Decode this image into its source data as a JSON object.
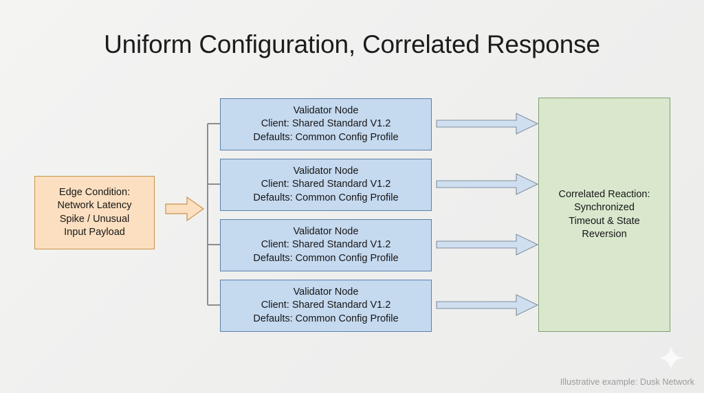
{
  "slide": {
    "title": "Uniform Configuration, Correlated Response",
    "background_color": "#f1f1f0"
  },
  "edge_condition": {
    "name": "edge-condition",
    "fill_color": "#fbdfc0",
    "border_color": "#c8924a",
    "lines": [
      "Edge Condition:",
      "Network Latency",
      "Spike / Unusual",
      "Input Payload"
    ]
  },
  "validators": {
    "fill_color": "#c5d9ef",
    "border_color": "#5b80a8",
    "nodes": [
      {
        "title": "Validator Node",
        "client": "Client: Shared Standard V1.2",
        "defaults": "Defaults: Common Config Profile"
      },
      {
        "title": "Validator Node",
        "client": "Client: Shared Standard V1.2",
        "defaults": "Defaults: Common Config Profile"
      },
      {
        "title": "Validator Node",
        "client": "Client: Shared Standard V1.2",
        "defaults": "Defaults: Common Config Profile"
      },
      {
        "title": "Validator Node",
        "client": "Client: Shared Standard V1.2",
        "defaults": "Defaults: Common Config Profile"
      }
    ]
  },
  "reaction": {
    "name": "correlated-reaction",
    "fill_color": "#d9e8cd",
    "border_color": "#7f9f6c",
    "lines": [
      "Correlated Reaction:",
      "Synchronized",
      "Timeout & State",
      "Reversion"
    ]
  },
  "arrows": {
    "orange": {
      "icon": "right-arrow-icon",
      "fill_color": "#fbdfc0",
      "border_color": "#c8924a"
    },
    "blue": {
      "icon": "right-arrow-icon",
      "fill_color": "#cfdff0",
      "border_color": "#7d8d9c",
      "count": 4
    }
  },
  "connector": {
    "icon": "tree-branch-connector",
    "line_color": "#8d8d8d"
  },
  "footer": {
    "caption": "Illustrative example: Dusk Network",
    "sparkle_icon": "sparkle-icon",
    "text_color": "#9a9a9a"
  }
}
